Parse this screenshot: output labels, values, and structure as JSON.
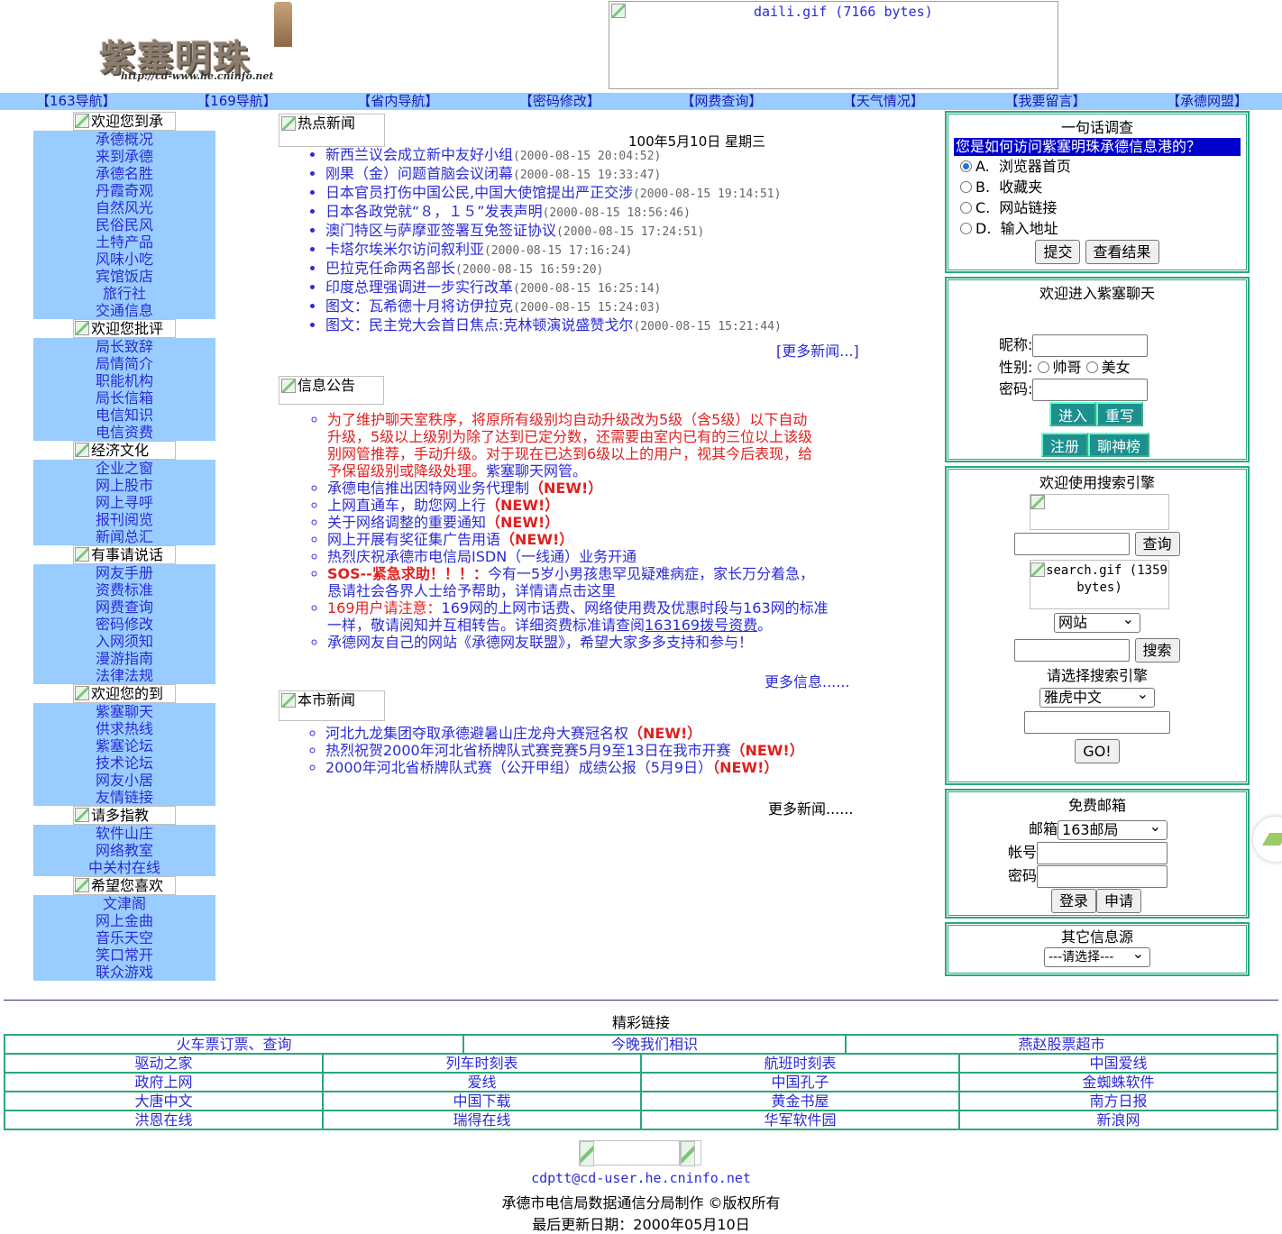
{
  "header": {
    "logo_text": "紫塞明珠",
    "logo_url": "http://cd-www.he.cninfo.net",
    "banner_alt": "daili.gif (7166 bytes)"
  },
  "nav": [
    "【163导航】",
    "【169导航】",
    "【省内导航】",
    "【密码修改】",
    "【网费查询】",
    "【天气情况】",
    "【我要留言】",
    "【承德网盟】"
  ],
  "left": {
    "sections": [
      {
        "title": "欢迎您到承",
        "items": [
          "承德概况",
          "来到承德",
          "承德名胜",
          "丹霞奇观",
          "自然风光",
          "民俗民风",
          "土特产品",
          "风味小吃",
          "宾馆饭店",
          "旅行社",
          "交通信息"
        ]
      },
      {
        "title": "欢迎您批评",
        "items": [
          "局长致辞",
          "局情简介",
          "职能机构",
          "局长信箱",
          "电信知识",
          "电信资费"
        ]
      },
      {
        "title": "经济文化",
        "items": [
          "企业之窗",
          "网上股市",
          "网上寻呼",
          "报刊阅览",
          "新闻总汇"
        ]
      },
      {
        "title": "有事请说话",
        "items": [
          "网友手册",
          "资费标准",
          "网费查询",
          "密码修改",
          "入网须知",
          "漫游指南",
          "法律法规"
        ]
      },
      {
        "title": "欢迎您的到",
        "items": [
          "紫塞聊天",
          "供求热线",
          "紫塞论坛",
          "技术论坛",
          "网友小居",
          "友情链接"
        ]
      },
      {
        "title": "请多指教",
        "items": [
          "软件山庄",
          "网络教室",
          "中关村在线"
        ]
      },
      {
        "title": "希望您喜欢",
        "items": [
          "文津阁",
          "网上金曲",
          "音乐天空",
          "笑口常开",
          "联众游戏"
        ]
      }
    ]
  },
  "hot_news": {
    "title": "热点新闻",
    "date": "100年5月10日  星期三",
    "items": [
      {
        "text": "新西兰议会成立新中友好小组",
        "time": "(2000-08-15 20:04:52)"
      },
      {
        "text": "刚果（金）问题首脑会议闭幕",
        "time": "(2000-08-15 19:33:47)"
      },
      {
        "text": "日本官员打伤中国公民,中国大使馆提出严正交涉",
        "time": "(2000-08-15 19:14:51)"
      },
      {
        "text": "日本各政党就“８，１５”发表声明",
        "time": "(2000-08-15 18:56:46)"
      },
      {
        "text": "澳门特区与萨摩亚签署互免签证协议",
        "time": "(2000-08-15 17:24:51)"
      },
      {
        "text": "卡塔尔埃米尔访问叙利亚",
        "time": "(2000-08-15 17:16:24)"
      },
      {
        "text": "巴拉克任命两名部长",
        "time": "(2000-08-15 16:59:20)"
      },
      {
        "text": "印度总理强调进一步实行改革",
        "time": "(2000-08-15 16:25:14)"
      },
      {
        "text": "图文：瓦希德十月将访伊拉克",
        "time": "(2000-08-15 15:24:03)"
      },
      {
        "text": "图文：民主党大会首日焦点:克林顿演说盛赞戈尔",
        "time": "(2000-08-15 15:21:44)"
      }
    ],
    "more": "[更多新闻...]"
  },
  "notice": {
    "title": "信息公告",
    "item1_lines": [
      "为了维护聊天室秩序，将原所有级别均自动升级改为5级（含5级）以下自动",
      "升级，5级以上级别为除了达到已定分数，还需要由室内已有的三位以上该级",
      "别网管推荐，手动升级。对于现在已达到6级以上的用户，视其今后表现，给",
      "予保留级别或降级处理。"
    ],
    "item1_sign": "紫塞聊天网管。",
    "item2": "承德电信推出因特网业务代理制",
    "item3": "上网直通车，助您网上行",
    "item4": "关于网络调整的重要通知",
    "item5": "网上开展有奖征集广告用语",
    "new_tag": "（NEW!）",
    "item6": "热烈庆祝承德市电信局ISDN（一线通）业务开通",
    "item7_red": "SOS--紧急求助！！！：",
    "item7_l1": "今有一5岁小男孩患罕见疑难病症，家长万分着急，",
    "item7_l2": "恳请社会各界人士给予帮助，详情请点击这里",
    "item8_red": "169用户请注意：",
    "item8_l1": "169网的上网市话费、网络使用费及优惠时段与163网的标准",
    "item8_l2a": "一样，敬请阅知并互相转告。详细资费标准请查阅",
    "item8_link": "163169拨号资费",
    "item8_end": "。",
    "item9": "承德网友自己的网站《承德网友联盟》，希望大家多多支持和参与！",
    "more": "更多信息......"
  },
  "city_news": {
    "title": "本市新闻",
    "items": [
      "河北九龙集团夺取承德避暑山庄龙舟大赛冠名权",
      "热烈祝贺2000年河北省桥牌队式赛竞赛5月9至13日在我市开赛",
      "2000年河北省桥牌队式赛（公开甲组）成绩公报（5月9日）"
    ],
    "new_tag": "（NEW!）",
    "more": "更多新闻......"
  },
  "survey": {
    "title": "一句话调查",
    "question": "您是如何访问紫塞明珠承德信息港的？",
    "options": [
      "A.  浏览器首页",
      "B.  收藏夹",
      "C.  网站链接",
      "D.  输入地址"
    ],
    "submit": "提交",
    "results": "查看结果"
  },
  "chat": {
    "title": "欢迎进入紫塞聊天",
    "nick_label": "昵称:",
    "gender_label": "性别:",
    "male": "帅哥",
    "female": "美女",
    "pwd_label": "密码:",
    "enter": "进入",
    "reset": "重写",
    "register": "注册",
    "rank": "聊神榜"
  },
  "search": {
    "title": "欢迎使用搜索引擎",
    "query_btn": "查询",
    "img_alt": "search.gif (1359 bytes)",
    "scope": "网站",
    "search_btn": "搜索",
    "engine_title": "请选择搜索引擎",
    "engine": "雅虎中文",
    "go": "GO!"
  },
  "mail": {
    "title": "免费邮箱",
    "box_label": "邮箱",
    "box_value": "163邮局",
    "account_label": "帐号",
    "pwd_label": "密码",
    "login": "登录",
    "apply": "申请"
  },
  "other": {
    "title": "其它信息源",
    "select": "---请选择---"
  },
  "links": {
    "title": "精彩链接",
    "row1": [
      "火车票订票、查询",
      "今晚我们相识",
      "燕赵股票超市"
    ],
    "rows": [
      [
        "驱动之家",
        "列车时刻表",
        "航班时刻表",
        "中国爱线"
      ],
      [
        "政府上网",
        "爱线",
        "中国孔子",
        "金蜘蛛软件"
      ],
      [
        "大唐中文",
        "中国下载",
        "黄金书屋",
        "南方日报"
      ],
      [
        "洪恩在线",
        "瑞得在线",
        "华军软件园",
        "新浪网"
      ]
    ]
  },
  "footer": {
    "email": "cdptt@cd-user.he.cninfo.net",
    "copy": "承德市电信局数据通信分局制作  ©版权所有",
    "date": "最后更新日期：2000年05月10日"
  }
}
